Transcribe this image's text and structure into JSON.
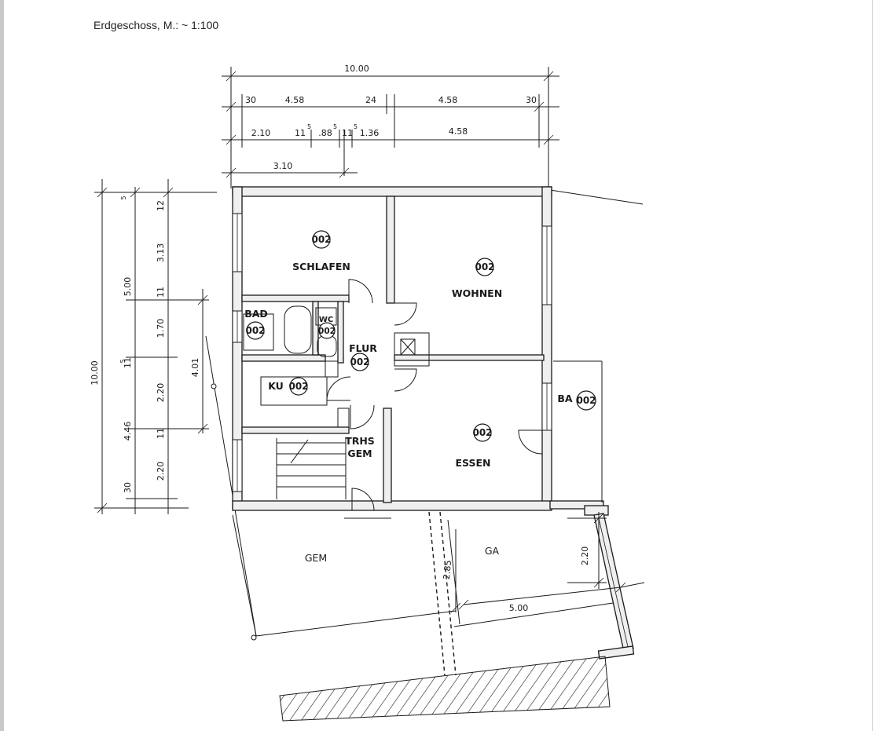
{
  "title": "Erdgeschoss, M.: ~ 1:100",
  "dims_top": {
    "total": "10.00",
    "r1": [
      "30",
      "4.58",
      "24",
      "4.58",
      "30"
    ],
    "r2_a": "2.10",
    "r2_b": "11",
    "r2_b_sup": "5",
    "r2_c": ".88",
    "r2_c_sup": "5",
    "r2_d": "11",
    "r2_d_sup": "5",
    "r2_e": "1.36",
    "r2_f": "4.58",
    "r3": "3.10"
  },
  "dims_left": {
    "total": "10.00",
    "c1": [
      "5.00",
      "11",
      "4.46",
      "30"
    ],
    "c1_sup": "5",
    "c2": [
      "12",
      "3.13",
      "11",
      "1.70",
      "2.20",
      "11",
      "2.20"
    ],
    "c2_sup": "5",
    "c3": "4.01"
  },
  "rooms": {
    "schlafen": "SCHLAFEN",
    "wohnen": "WOHNEN",
    "bad": "BAD",
    "wc": "WC",
    "flur": "FLUR",
    "ku": "KU",
    "trhs_1": "TRHS",
    "trhs_2": "GEM",
    "essen": "ESSEN",
    "ba": "BA",
    "gem": "GEM",
    "ga": "GA"
  },
  "tag": "002",
  "dims_garage": {
    "depth": "2.85",
    "length": "5.00",
    "width": "2.20"
  }
}
